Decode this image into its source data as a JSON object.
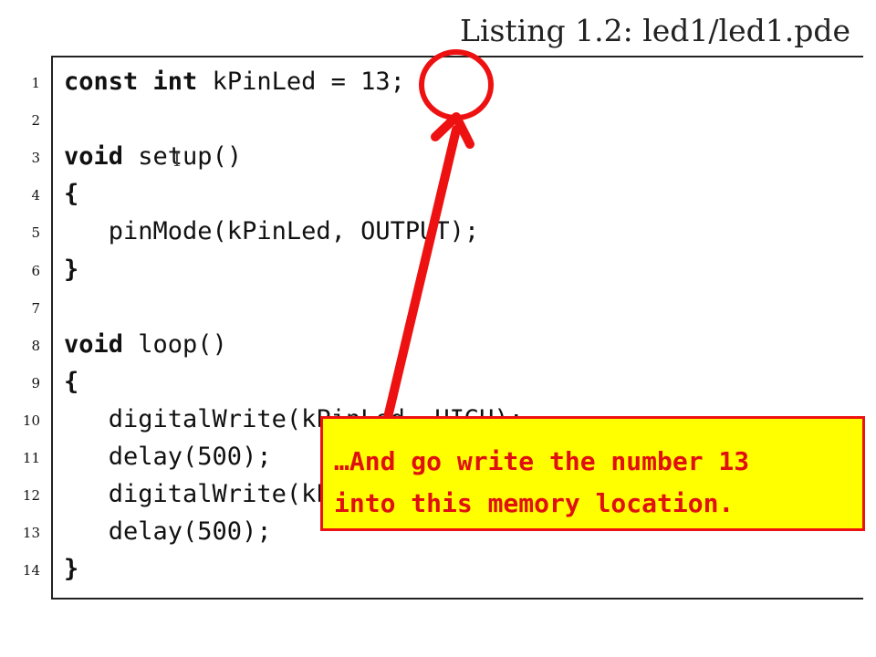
{
  "listing": {
    "caption": "Listing 1.2: led1/led1.pde"
  },
  "lines": [
    {
      "num": "1",
      "kw": "const int",
      "text": " kPinLed = 13;"
    },
    {
      "num": "2",
      "kw": "",
      "text": ""
    },
    {
      "num": "3",
      "kw": "void",
      "text": " setup()"
    },
    {
      "num": "4",
      "kw": "{",
      "text": ""
    },
    {
      "num": "5",
      "kw": "",
      "text": "   pinMode(kPinLed, OUTPUT);"
    },
    {
      "num": "6",
      "kw": "}",
      "text": ""
    },
    {
      "num": "7",
      "kw": "",
      "text": ""
    },
    {
      "num": "8",
      "kw": "void",
      "text": " loop()"
    },
    {
      "num": "9",
      "kw": "{",
      "text": ""
    },
    {
      "num": "10",
      "kw": "",
      "text": "   digitalWrite(kPinLed, HIGH);"
    },
    {
      "num": "11",
      "kw": "",
      "text": "   delay(500);"
    },
    {
      "num": "12",
      "kw": "",
      "text": "   digitalWrite(kPinLed, LOW);"
    },
    {
      "num": "13",
      "kw": "",
      "text": "   delay(500);"
    },
    {
      "num": "14",
      "kw": "}",
      "text": ""
    }
  ],
  "callout": {
    "line1": "…And go write the number 13",
    "line2": "into this memory location."
  },
  "colors": {
    "annotation": "#ee1111",
    "callout_bg": "#ffff00"
  }
}
